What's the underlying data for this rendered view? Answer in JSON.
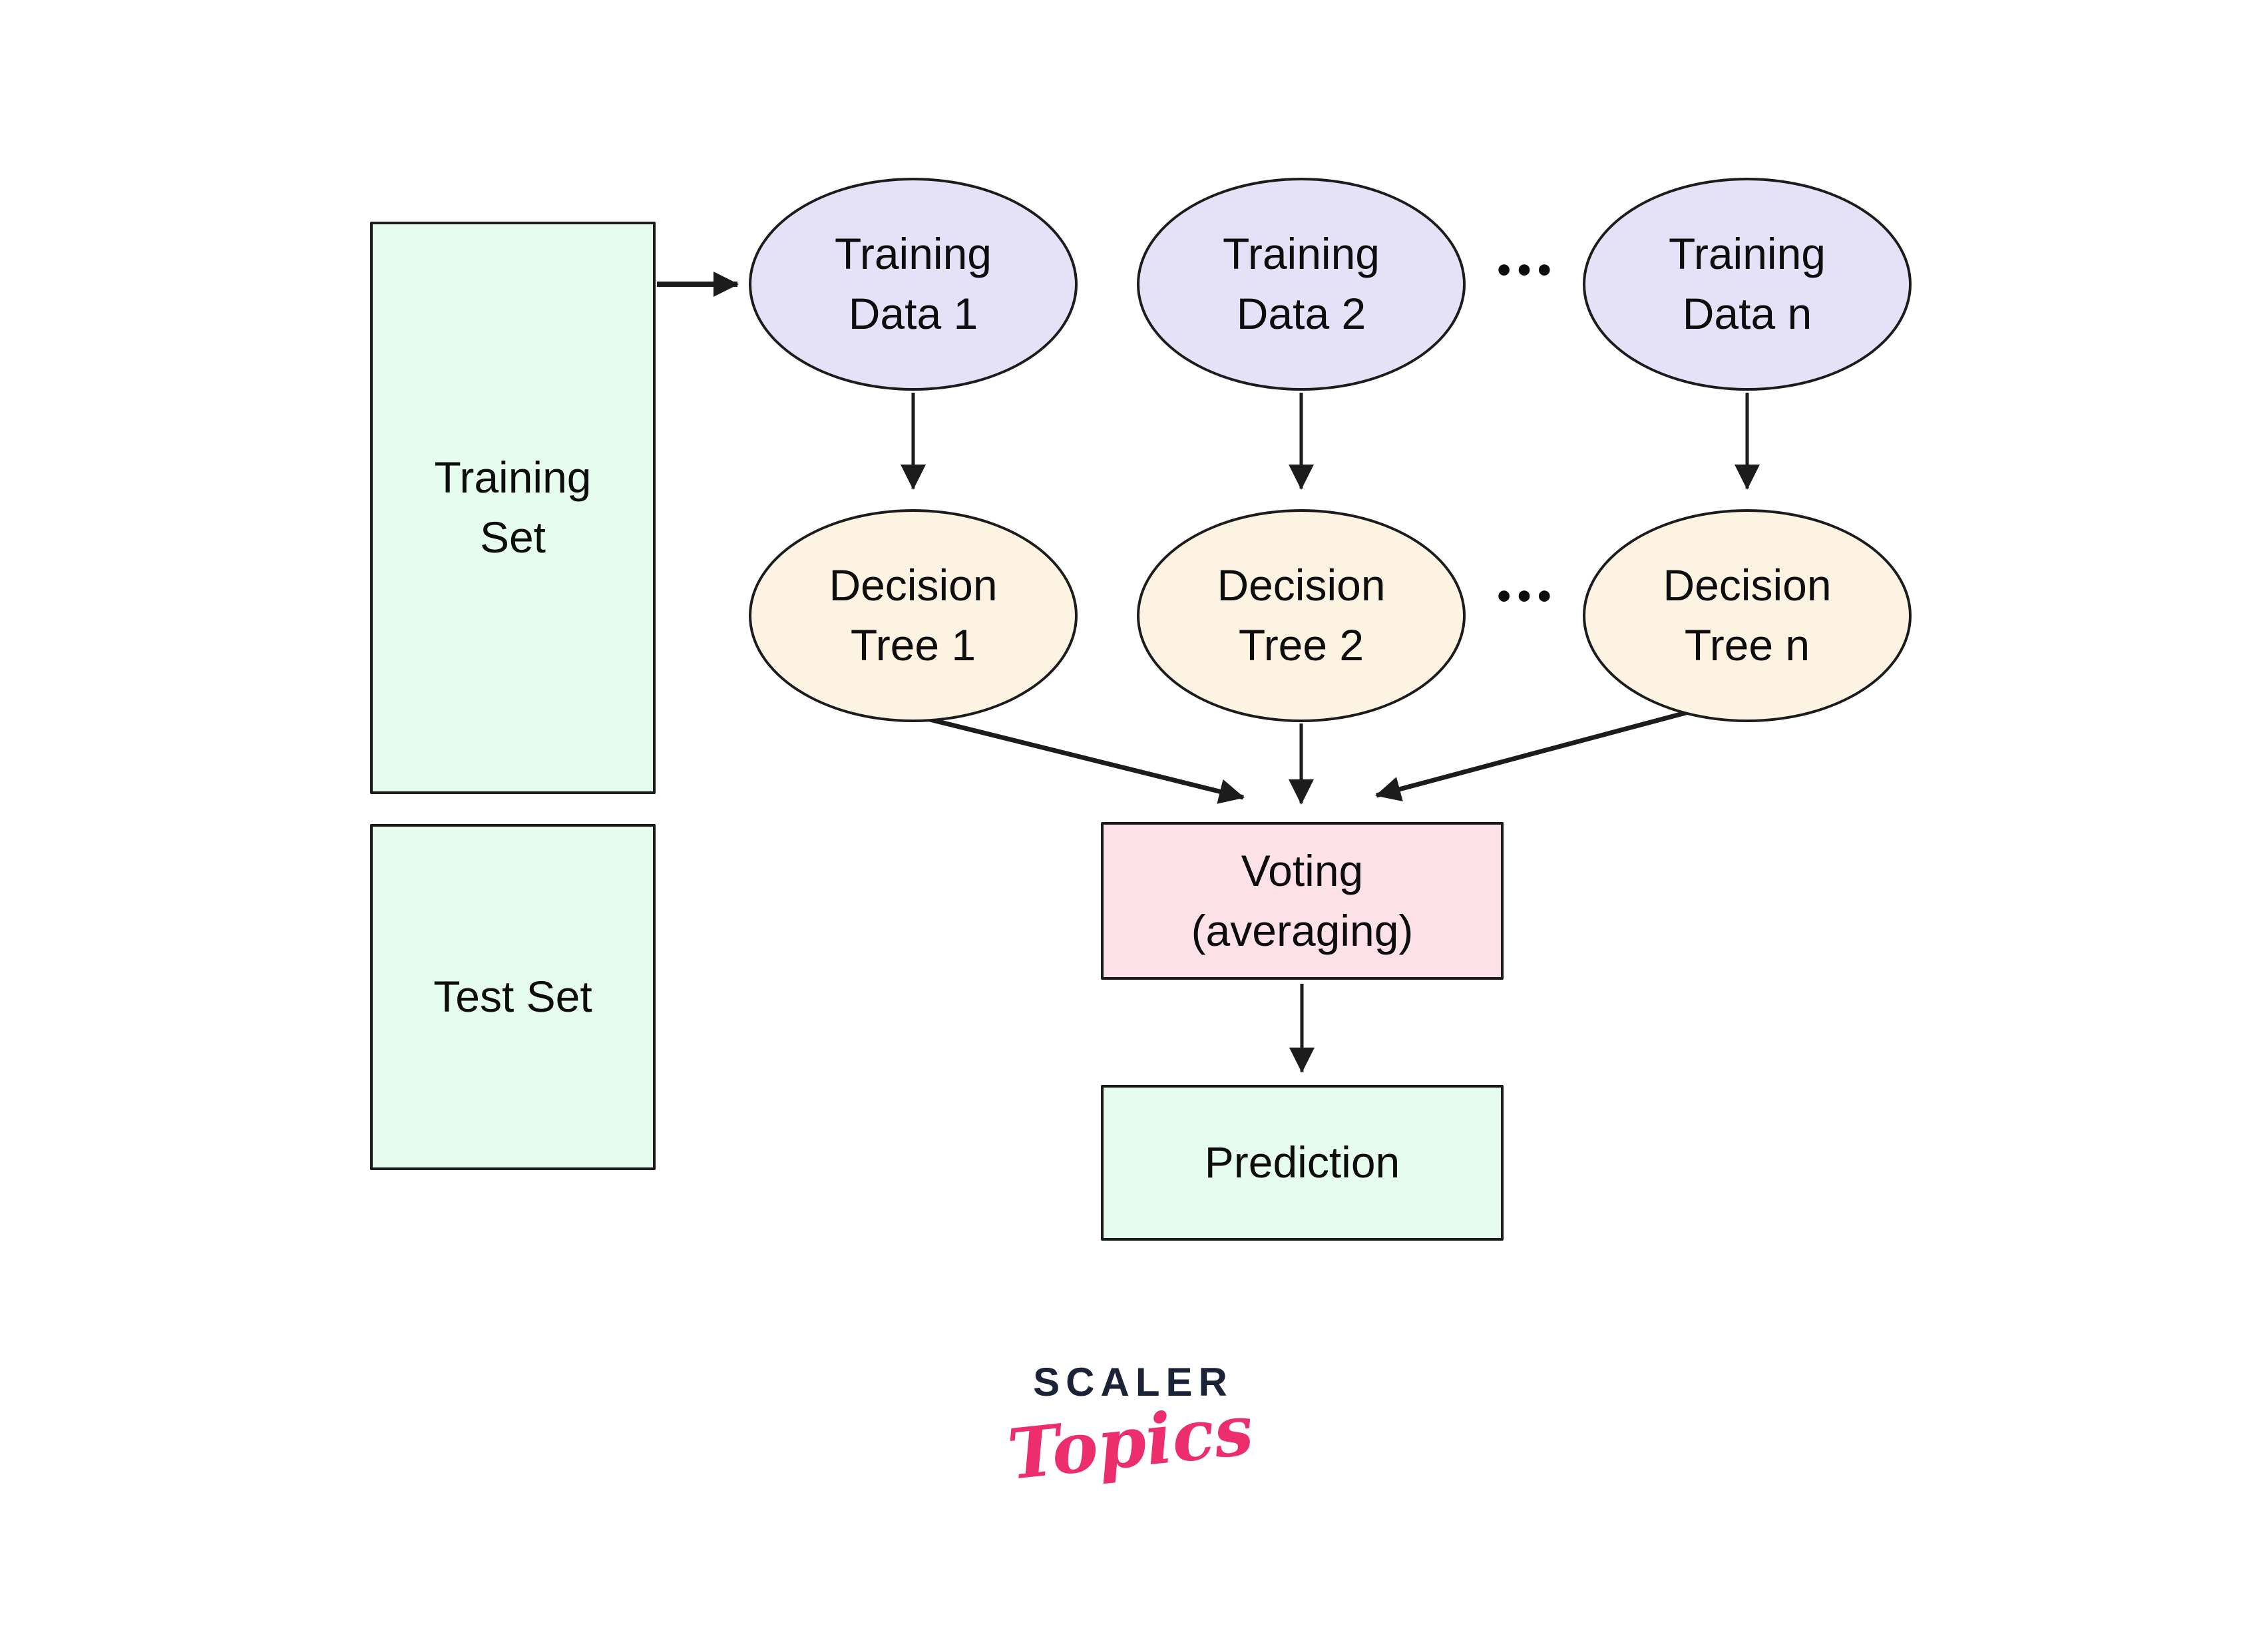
{
  "colors": {
    "mint": "#e6fcee",
    "lavender": "#e5e2f7",
    "cream": "#fdf3e2",
    "pink": "#fce1e8",
    "ink": "#1c1c1c",
    "text": "#0d0d0d",
    "brand_navy": "#1c2337",
    "brand_pink": "#ed2e6d"
  },
  "flow": {
    "training_set": {
      "label": "Training\nSet"
    },
    "test_set": {
      "label": "Test Set"
    },
    "training_data": {
      "d1": "Training\nData 1",
      "d2": "Training\nData 2",
      "dn": "Training\nData n"
    },
    "decision_trees": {
      "t1": "Decision\nTree 1",
      "t2": "Decision\nTree 2",
      "tn": "Decision\nTree n"
    },
    "voting": {
      "label": "Voting\n(averaging)"
    },
    "prediction": {
      "label": "Prediction"
    },
    "ellipsis": "•••"
  },
  "logo": {
    "brand": "SCALER",
    "product": "Topics"
  }
}
